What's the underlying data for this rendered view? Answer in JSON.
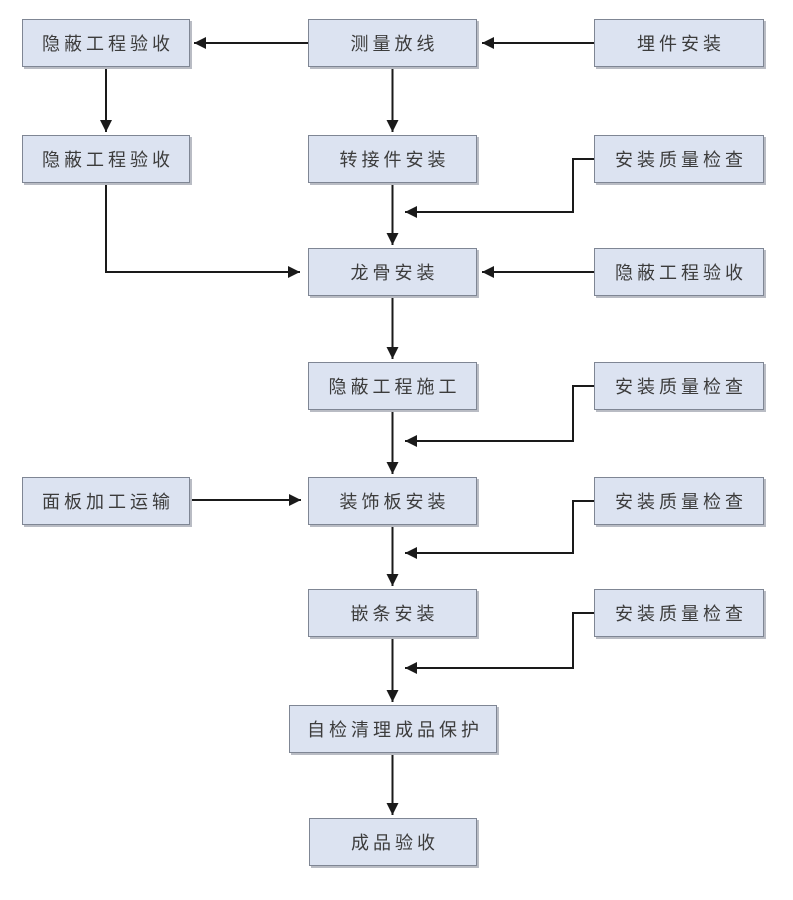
{
  "colors": {
    "node_fill": "#dce3f1",
    "node_border": "#7f8694",
    "node_shadow": "#b9bcc4",
    "arrow": "#1a1a1a",
    "text": "#3c3c3c",
    "background": "#ffffff"
  },
  "nodes": [
    {
      "id": "hidden-acceptance-1",
      "label": "隐蔽工程验收"
    },
    {
      "id": "survey-layout",
      "label": "测量放线"
    },
    {
      "id": "embed-install",
      "label": "埋件安装"
    },
    {
      "id": "hidden-acceptance-2",
      "label": "隐蔽工程验收"
    },
    {
      "id": "adapter-install",
      "label": "转接件安装"
    },
    {
      "id": "quality-check-1",
      "label": "安装质量检查"
    },
    {
      "id": "keel-install",
      "label": "龙骨安装"
    },
    {
      "id": "hidden-acceptance-3",
      "label": "隐蔽工程验收"
    },
    {
      "id": "hidden-works",
      "label": "隐蔽工程施工"
    },
    {
      "id": "quality-check-2",
      "label": "安装质量检查"
    },
    {
      "id": "panel-transport",
      "label": "面板加工运输"
    },
    {
      "id": "panel-install",
      "label": "装饰板安装"
    },
    {
      "id": "quality-check-3",
      "label": "安装质量检查"
    },
    {
      "id": "trim-install",
      "label": "嵌条安装"
    },
    {
      "id": "quality-check-4",
      "label": "安装质量检查"
    },
    {
      "id": "self-check-protect",
      "label": "自检清理成品保护"
    },
    {
      "id": "final-acceptance",
      "label": "成品验收"
    }
  ],
  "edges": [
    {
      "from": "embed-install",
      "to": "survey-layout"
    },
    {
      "from": "survey-layout",
      "to": "hidden-acceptance-1"
    },
    {
      "from": "hidden-acceptance-1",
      "to": "hidden-acceptance-2"
    },
    {
      "from": "survey-layout",
      "to": "adapter-install"
    },
    {
      "from": "adapter-install",
      "to": "keel-install"
    },
    {
      "from": "quality-check-1",
      "to": "keel-install"
    },
    {
      "from": "hidden-acceptance-2",
      "to": "keel-install"
    },
    {
      "from": "hidden-acceptance-3",
      "to": "keel-install"
    },
    {
      "from": "keel-install",
      "to": "hidden-works"
    },
    {
      "from": "quality-check-2",
      "to": "panel-install"
    },
    {
      "from": "hidden-works",
      "to": "panel-install"
    },
    {
      "from": "panel-transport",
      "to": "panel-install"
    },
    {
      "from": "panel-install",
      "to": "trim-install"
    },
    {
      "from": "quality-check-3",
      "to": "trim-install"
    },
    {
      "from": "trim-install",
      "to": "self-check-protect"
    },
    {
      "from": "quality-check-4",
      "to": "self-check-protect"
    },
    {
      "from": "self-check-protect",
      "to": "final-acceptance"
    }
  ]
}
